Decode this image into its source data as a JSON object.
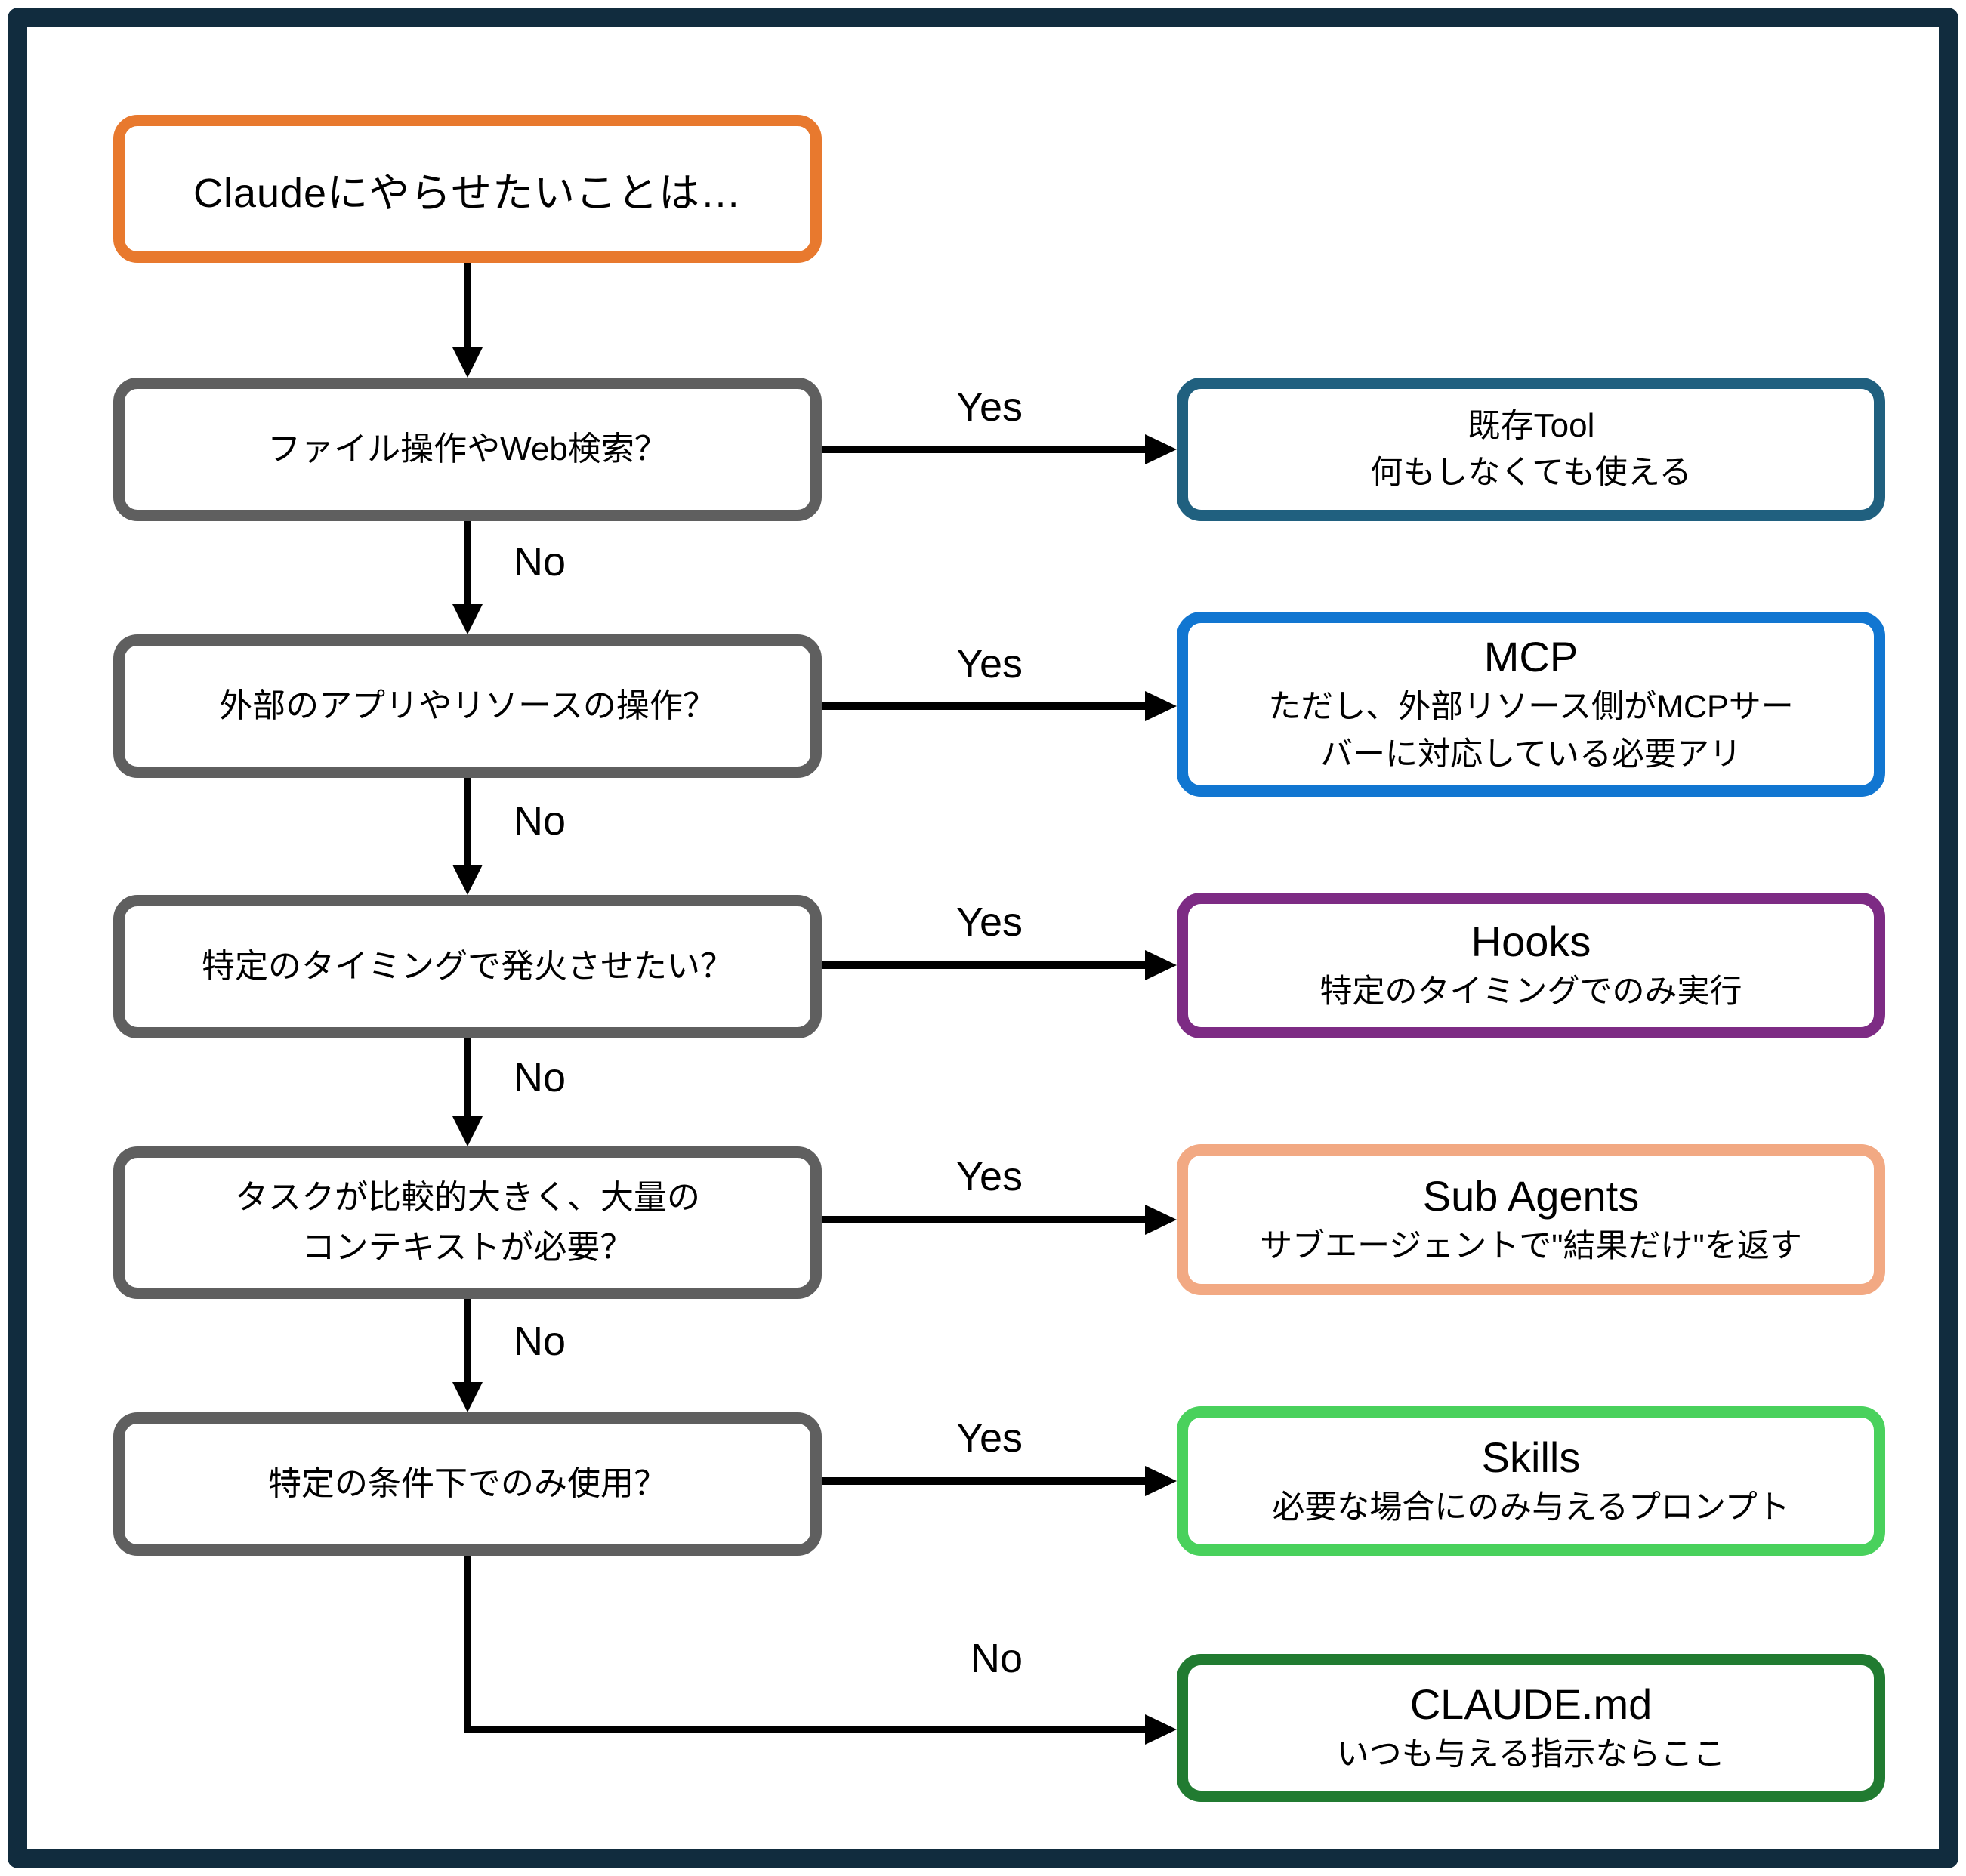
{
  "diagram": {
    "start": {
      "label": "Claudeにやらせたいことは…"
    },
    "yes_label": "Yes",
    "no_label": "No",
    "decisions": [
      {
        "label": "ファイル操作やWeb検索？"
      },
      {
        "label": "外部のアプリやリソースの操作？"
      },
      {
        "label": "特定のタイミングで発火させたい？"
      },
      {
        "label": "タスクが比較的大きく、大量の\nコンテキストが必要？"
      },
      {
        "label": "特定の条件下でのみ使用？"
      }
    ],
    "results": [
      {
        "title": "既存Tool",
        "subtitle": "何もしなくても使える",
        "color": "#20607f"
      },
      {
        "title": "MCP",
        "subtitle": "ただし、外部リソース側がMCPサー\nバーに対応している必要アリ",
        "color": "#1176d1"
      },
      {
        "title": "Hooks",
        "subtitle": "特定のタイミングでのみ実行",
        "color": "#7d2b84"
      },
      {
        "title": "Sub Agents",
        "subtitle": "サブエージェントで\"結果だけ\"を返す",
        "color": "#f2a983"
      },
      {
        "title": "Skills",
        "subtitle": "必要な場合にのみ与えるプロンプト",
        "color": "#49d15c"
      },
      {
        "title": "CLAUDE.md",
        "subtitle": "いつも与える指示ならここ",
        "color": "#217b31"
      }
    ],
    "colors": {
      "frame": "#112c3e",
      "start_border": "#e8792e",
      "decision_border": "#5f5f5f",
      "arrow": "#000000"
    }
  }
}
